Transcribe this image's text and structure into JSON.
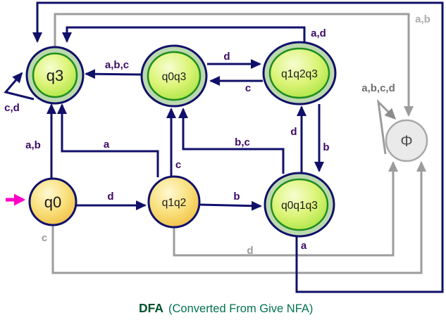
{
  "title": {
    "heading": "DFA",
    "subheading": "(Converted From Give NFA)"
  },
  "colors": {
    "edge_navy": "#10106A",
    "edge_gray": "#9C9C9C",
    "label_purple": "#3D0A66",
    "accept_ring_green": "#BCD9AE",
    "state_green": "#A3E23C",
    "state_yellow": "#EFB93C",
    "trap_gray": "#EAEAEA",
    "start_arrow_magenta": "#FF00C8",
    "title_green": "#00734D"
  },
  "states": [
    {
      "label": "q3",
      "type": "accepting"
    },
    {
      "label": "q0q3",
      "type": "accepting"
    },
    {
      "label": "q1q2q3",
      "type": "accepting"
    },
    {
      "label": "q0",
      "type": "start"
    },
    {
      "label": "q1q2",
      "type": "normal"
    },
    {
      "label": "q0q1q3",
      "type": "accepting"
    },
    {
      "label": "Φ",
      "type": "trap"
    }
  ],
  "transitions": [
    {
      "from": "q0",
      "to": "q1q2",
      "label": "d"
    },
    {
      "from": "q0",
      "to": "q3",
      "label": "a,b"
    },
    {
      "from": "q0",
      "to": "Φ",
      "label": "c"
    },
    {
      "from": "q1q2",
      "to": "q3",
      "label": "a"
    },
    {
      "from": "q1q2",
      "to": "q0q3",
      "label": "c"
    },
    {
      "from": "q1q2",
      "to": "q0q1q3",
      "label": "b"
    },
    {
      "from": "q1q2",
      "to": "Φ",
      "label": "d"
    },
    {
      "from": "q3",
      "to": "q3",
      "label": "c,d"
    },
    {
      "from": "q3",
      "to": "Φ",
      "label": "a,b"
    },
    {
      "from": "q0q3",
      "to": "q3",
      "label": "a,b,c"
    },
    {
      "from": "q0q3",
      "to": "q1q2q3",
      "label": "d"
    },
    {
      "from": "q1q2q3",
      "to": "q0q3",
      "label": "c"
    },
    {
      "from": "q1q2q3",
      "to": "q3",
      "label": "a,d"
    },
    {
      "from": "q1q2q3",
      "to": "q0q1q3",
      "label": "b"
    },
    {
      "from": "q0q1q3",
      "to": "q0q3",
      "label": "b,c"
    },
    {
      "from": "q0q1q3",
      "to": "q1q2q3",
      "label": "d"
    },
    {
      "from": "q0q1q3",
      "to": "q3",
      "label": "a"
    },
    {
      "from": "Φ",
      "to": "Φ",
      "label": "a,b,c,d"
    }
  ]
}
